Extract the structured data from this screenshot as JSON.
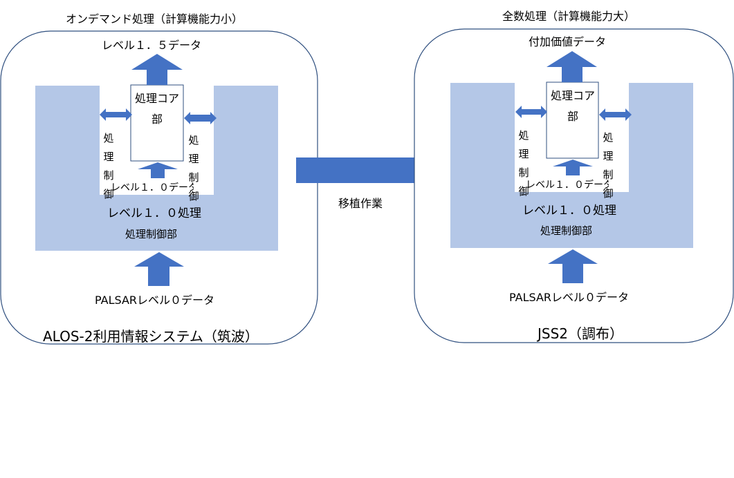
{
  "colors": {
    "arrow_fill": "#4472c4",
    "panel_fill": "#b4c7e7",
    "system_border": "#2f4f7f"
  },
  "left_system": {
    "system_label": "ALOS-2利用情報システム（筑波）",
    "processing_mode": "オンデマンド処理（計算機能力小）",
    "output_data": "レベル１．５データ",
    "core_label": "処理コア部",
    "control_left": "処理制御",
    "control_right": "処理制御",
    "level10_inner": "レベル１．０データ",
    "level10_processing": "レベル１．０処理",
    "control_unit": "処理制御部",
    "input_data": "PALSARレベル０データ"
  },
  "transfer": {
    "label": "移植作業"
  },
  "right_system": {
    "system_label": "JSS2（調布）",
    "processing_mode": "全数処理（計算機能力大）",
    "output_data": "付加価値データ",
    "core_label": "処理コア部",
    "control_left": "処理制御",
    "control_right": "処理制御",
    "level10_inner": "レベル１．０データ",
    "level10_processing": "レベル１．０処理",
    "control_unit": "処理制御部",
    "input_data": "PALSARレベル０データ"
  }
}
